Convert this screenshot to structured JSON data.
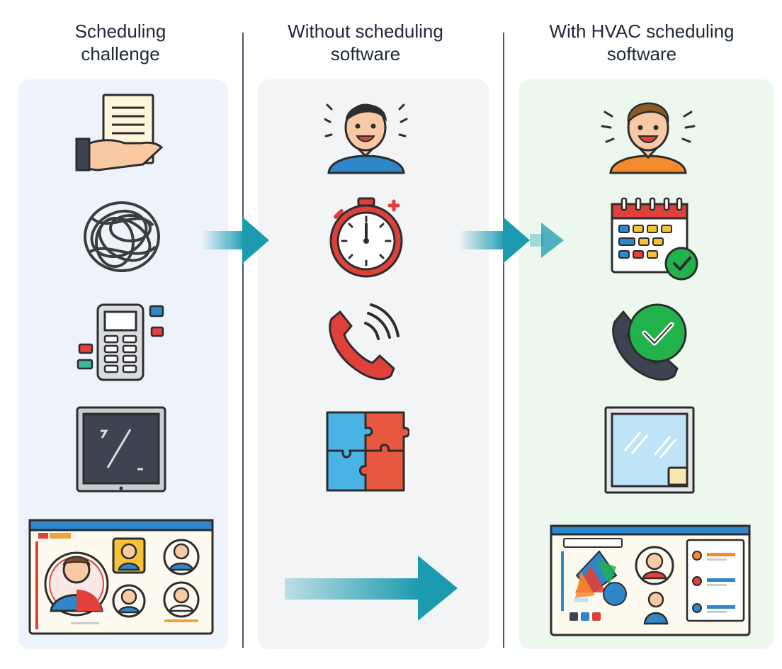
{
  "columns": [
    {
      "title": "Scheduling\nchallenge"
    },
    {
      "title": "Without scheduling\nsoftware"
    },
    {
      "title": "With HVAC scheduling\nsoftware"
    }
  ],
  "colors": {
    "panel_challenge": "#eef3fb",
    "panel_without": "#f3f4f6",
    "panel_with": "#ecf8ee",
    "arrow_teal": "#1c9bb0",
    "alert_red": "#e0403a",
    "success_green": "#22b24c"
  },
  "icons": {
    "challenge": [
      "hand-paper-icon",
      "tangled-wires-icon",
      "keypad-device-icon",
      "blank-tablet-icon",
      "video-call-grid-icon"
    ],
    "without": [
      "stressed-person-icon",
      "stopwatch-icon",
      "ringing-phone-icon",
      "puzzle-pieces-icon",
      "long-arrow-icon"
    ],
    "with": [
      "happy-person-icon",
      "calendar-check-icon",
      "phone-check-icon",
      "clean-screen-icon",
      "dashboard-icon"
    ]
  }
}
